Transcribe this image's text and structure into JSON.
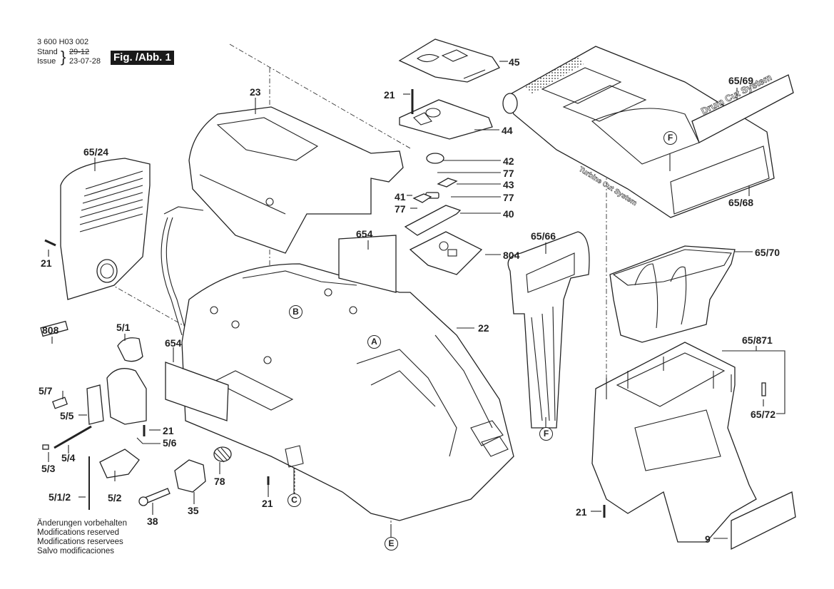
{
  "header": {
    "doc_number": "3 600 H03 002",
    "stand_label": "Stand",
    "issue_label": "Issue",
    "old_date": "29-12",
    "date": "23-07-28",
    "figure_label": "Fig. /Abb. 1"
  },
  "notes": [
    "Änderungen vorbehalten",
    "Modifications reserved",
    "Modifications reservees",
    "Salvo modificaciones"
  ],
  "product_text": {
    "drum_label": "Drum Cut System",
    "hood_label": "Turbine Cut System"
  },
  "parts": [
    {
      "id": "p45",
      "label": "45"
    },
    {
      "id": "p21a",
      "label": "21"
    },
    {
      "id": "p44",
      "label": "44"
    },
    {
      "id": "p23",
      "label": "23"
    },
    {
      "id": "p65_69",
      "label": "65/69"
    },
    {
      "id": "p42",
      "label": "42"
    },
    {
      "id": "p77a",
      "label": "77"
    },
    {
      "id": "p43",
      "label": "43"
    },
    {
      "id": "p41",
      "label": "41"
    },
    {
      "id": "p77b",
      "label": "77"
    },
    {
      "id": "p77c",
      "label": "77"
    },
    {
      "id": "p40",
      "label": "40"
    },
    {
      "id": "p65_24",
      "label": "65/24"
    },
    {
      "id": "p65_68",
      "label": "65/68"
    },
    {
      "id": "p654a",
      "label": "654"
    },
    {
      "id": "p65_66",
      "label": "65/66"
    },
    {
      "id": "p804",
      "label": "804"
    },
    {
      "id": "p21b",
      "label": "21"
    },
    {
      "id": "p65_70",
      "label": "65/70"
    },
    {
      "id": "p808",
      "label": "808"
    },
    {
      "id": "p22",
      "label": "22"
    },
    {
      "id": "p5_1",
      "label": "5/1"
    },
    {
      "id": "p654b",
      "label": "654"
    },
    {
      "id": "p65_871",
      "label": "65/871"
    },
    {
      "id": "p5_7",
      "label": "5/7"
    },
    {
      "id": "p5_5",
      "label": "5/5"
    },
    {
      "id": "p21c",
      "label": "21"
    },
    {
      "id": "p5_6",
      "label": "5/6"
    },
    {
      "id": "p65_72",
      "label": "65/72"
    },
    {
      "id": "p5_4",
      "label": "5/4"
    },
    {
      "id": "p5_3",
      "label": "5/3"
    },
    {
      "id": "p78",
      "label": "78"
    },
    {
      "id": "p5_1_2",
      "label": "5/1/2"
    },
    {
      "id": "p5_2",
      "label": "5/2"
    },
    {
      "id": "p21d",
      "label": "21"
    },
    {
      "id": "p21e",
      "label": "21"
    },
    {
      "id": "p38",
      "label": "38"
    },
    {
      "id": "p35",
      "label": "35"
    },
    {
      "id": "p9",
      "label": "9"
    }
  ],
  "refs": {
    "A": "A",
    "B": "B",
    "C": "C",
    "E": "E",
    "F1": "F",
    "F2": "F"
  }
}
